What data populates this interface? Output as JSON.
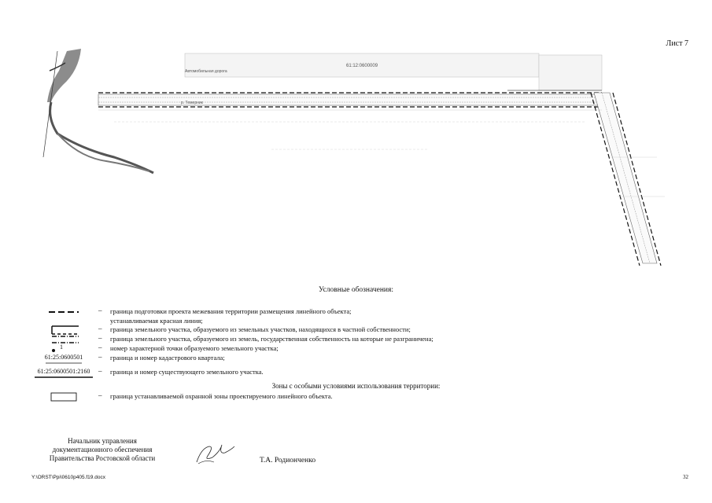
{
  "sheet_label": "Лист 7",
  "map": {
    "quarter_label": "61:12:0600009",
    "object_label": "Автомобильная дорога",
    "river_label": "р. Темерник"
  },
  "legend": {
    "title": "Условные обозначения:",
    "dash": "–",
    "items": [
      {
        "symbol_text": "",
        "text": "граница подготовки проекта межевания территории размещения линейного объекта;"
      },
      {
        "symbol_text": "",
        "text": "устанавливаемая красная линия;"
      },
      {
        "symbol_text": "",
        "text": "граница земельного участка, образуемого из земельных участков, находящихся в частной собственности;"
      },
      {
        "symbol_text": "",
        "text": "граница земельного участка, образуемого из земель, государственная собственность на которые не разграничена;"
      },
      {
        "symbol_text": "1",
        "text": "номер характерной точки образуемого земельного участка;"
      },
      {
        "symbol_text": "61:25:0600501",
        "text": "граница и номер кадастрового квартала;"
      },
      {
        "symbol_text": "61:25:0600501:2160",
        "text": "граница и номер существующего земельного участка."
      }
    ],
    "zones_title": "Зоны с особыми условиями использования территории:",
    "zone_item": "граница устанавливаемой охранной зоны проектируемого линейного объекта."
  },
  "signature": {
    "line1": "Начальник управления",
    "line2": "документационного обеспечения",
    "line3": "Правительства Ростовской области",
    "name": "Т.А. Родионченко"
  },
  "footer": {
    "path": "Y:\\ORST\\Ppi\\0610p405.f19.docx",
    "page": "32"
  }
}
